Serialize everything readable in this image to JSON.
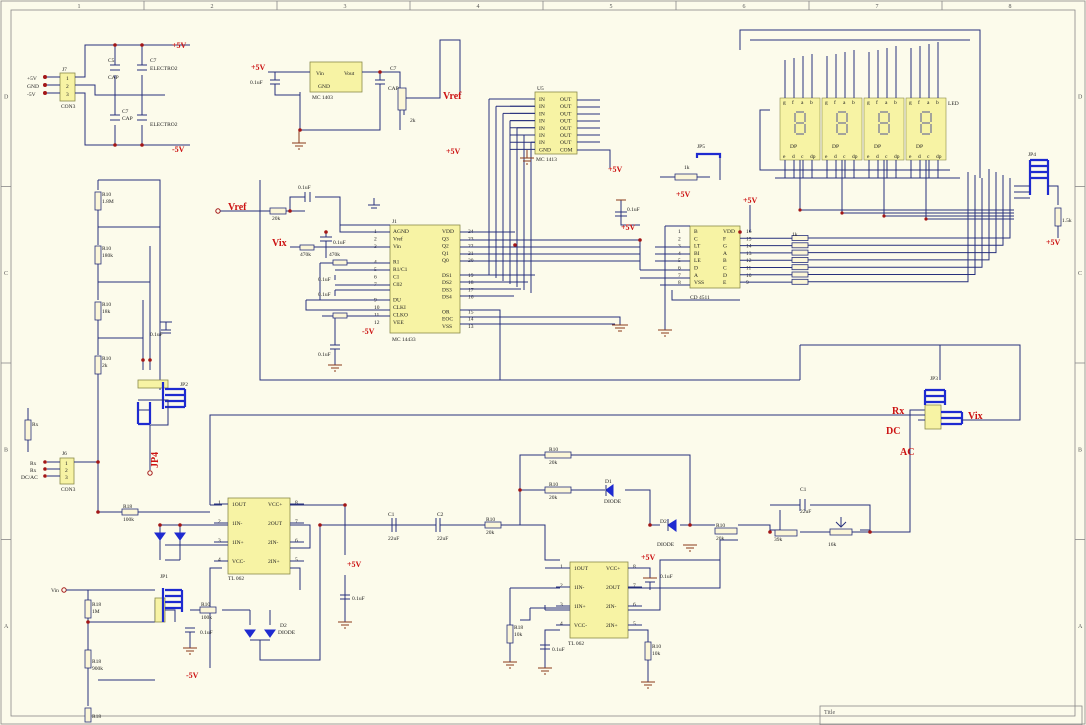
{
  "frame": {
    "columns": [
      "1",
      "2",
      "3",
      "4",
      "5",
      "6",
      "7",
      "8"
    ],
    "rows": [
      "D",
      "C",
      "B",
      "A"
    ],
    "title_label": "Title"
  },
  "power": {
    "p5v": "+5V",
    "n5v": "-5V"
  },
  "nets": {
    "vref": "Vref",
    "vix": "Vix",
    "rx": "Rx",
    "dc": "DC",
    "ac": "AC",
    "jp4": "JP4"
  },
  "connectors": {
    "j7": {
      "ref": "J7",
      "name": "CON3",
      "pins": [
        "1",
        "2",
        "3"
      ],
      "signals": [
        "+5V",
        "GND",
        "-5V"
      ]
    },
    "j6": {
      "ref": "J6",
      "name": "CON3",
      "pins": [
        "1",
        "2",
        "3"
      ],
      "signals": [
        "Rx",
        "Rx",
        "DC/AC"
      ]
    },
    "vin_label": "Vin",
    "rx_part": "Rx"
  },
  "caps": {
    "c5": "C5",
    "cap": "CAP",
    "c7": "C7",
    "electro2": "ELECTRO2",
    "c01uf": "0.1uF",
    "c22uf": "22uF",
    "c1": "C1",
    "c2": "C2"
  },
  "ic_regulator": {
    "ref": "MC 1403",
    "vin": "Vin",
    "vout": "Vout",
    "gnd": "GND",
    "pot": "2k"
  },
  "u5": {
    "ref": "U5",
    "name": "MC 1413",
    "left": [
      "IN",
      "IN",
      "IN",
      "IN",
      "IN",
      "IN",
      "IN",
      "GND"
    ],
    "right": [
      "OUT",
      "OUT",
      "OUT",
      "OUT",
      "OUT",
      "OUT",
      "OUT",
      "COM"
    ]
  },
  "j1": {
    "ref": "J1",
    "name": "MC 14433",
    "left": [
      "AGND",
      "Vref",
      "Vin",
      "",
      "R1",
      "R1/C1",
      "C1",
      "C02",
      "",
      "DU",
      "CLKI",
      "CLKO",
      "VEE"
    ],
    "left_nums": [
      "1",
      "2",
      "3",
      "",
      "4",
      "5",
      "6",
      "7",
      "",
      "9",
      "10",
      "11",
      "12"
    ],
    "right": [
      "VDD",
      "Q3",
      "Q2",
      "Q1",
      "Q0",
      "",
      "DS1",
      "DS2",
      "DS3",
      "DS4",
      "",
      "OR",
      "EOC",
      "VSS"
    ],
    "right_nums": [
      "24",
      "23",
      "22",
      "21",
      "20",
      "",
      "19",
      "18",
      "17",
      "16",
      "",
      "15",
      "14",
      "13"
    ]
  },
  "cd4511": {
    "name": "CD 4511",
    "left": [
      "B",
      "C",
      "LT",
      "BI",
      "LE",
      "D",
      "A",
      "VSS"
    ],
    "left_nums": [
      "1",
      "2",
      "3",
      "4",
      "5",
      "6",
      "7",
      "8"
    ],
    "right": [
      "VDD",
      "F",
      "G",
      "A",
      "B",
      "C",
      "D",
      "E"
    ],
    "right_nums": [
      "16",
      "15",
      "14",
      "13",
      "12",
      "11",
      "10",
      "9"
    ]
  },
  "resistors": {
    "r10": "R10",
    "r18": "R18",
    "v18m": "1.8M",
    "v180k": "180k",
    "v18k": "18k",
    "v2k": "2k",
    "v20k": "20k",
    "v470k": "470k",
    "v1k": "1k",
    "v15k": "1.5k",
    "v100k": "100k",
    "v1m": "1M",
    "v900k": "900k",
    "v10k": "10k",
    "v39k": "39k",
    "v16k": "16k"
  },
  "jumpers": {
    "jp1": "JP1",
    "jp2": "JP2",
    "jp3": "JP3",
    "jp4": "JP4",
    "jp5": "JP5"
  },
  "display": {
    "label": "LED",
    "segs_top": [
      "g",
      "f",
      "a",
      "b"
    ],
    "segs_bot": [
      "e",
      "d",
      "c",
      "dp"
    ],
    "dp": "DP"
  },
  "opamp": {
    "name": "TL 062",
    "left": [
      "1OUT",
      "1IN-",
      "1IN+",
      "VCC-"
    ],
    "left_nums": [
      "1",
      "2",
      "3",
      "4"
    ],
    "right": [
      "VCC+",
      "2OUT",
      "2IN-",
      "2IN+"
    ],
    "right_nums": [
      "8",
      "7",
      "6",
      "5"
    ]
  },
  "diodes": {
    "d1": "D1",
    "d2": "D2",
    "diode": "DIODE"
  },
  "rails": {
    "rx": "Rx",
    "dc": "DC",
    "ac": "AC",
    "vix": "Vix"
  }
}
